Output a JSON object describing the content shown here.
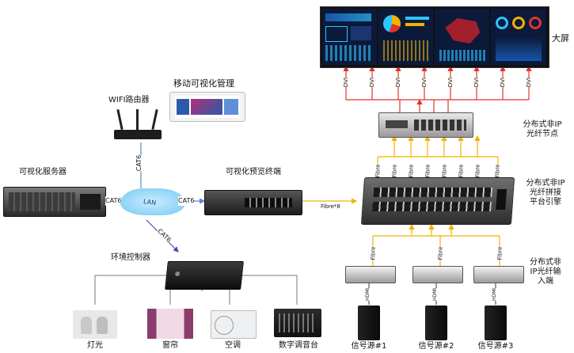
{
  "labels": {
    "big_screen": "大屏",
    "mobile_mgmt": "移动可视化管理",
    "wifi_router": "WIFI路由器",
    "vis_server": "可视化服务器",
    "preview_terminal": "可视化预览终端",
    "env_controller": "环境控制器",
    "node_title": "分布式非IP\n光纤节点",
    "engine_title": "分布式非IP\n光纤拼接\n平台引擎",
    "input_title": "分布式非\nIP光纤输\n入端",
    "lan": "LAN",
    "cat6_server": "CAT6",
    "cat6_router": "CAT6",
    "cat6_terminal": "CAT6",
    "cat6_env": "CAT6",
    "fibre_x8": "Fibre*8",
    "fibre": "Fibre",
    "dvi": "DVI",
    "hdmi": "HDMI"
  },
  "devices": [
    "灯光",
    "窗帘",
    "空调",
    "数字调音台"
  ],
  "sources": [
    "信号源#1",
    "信号源#2",
    "信号源#3"
  ],
  "colors": {
    "red_link": "#e0342c",
    "yellow_link": "#f2b200",
    "blue_link": "#5a8bd0",
    "purple_link": "#6a3cb5",
    "screen_bg": "#0b1a3a"
  }
}
